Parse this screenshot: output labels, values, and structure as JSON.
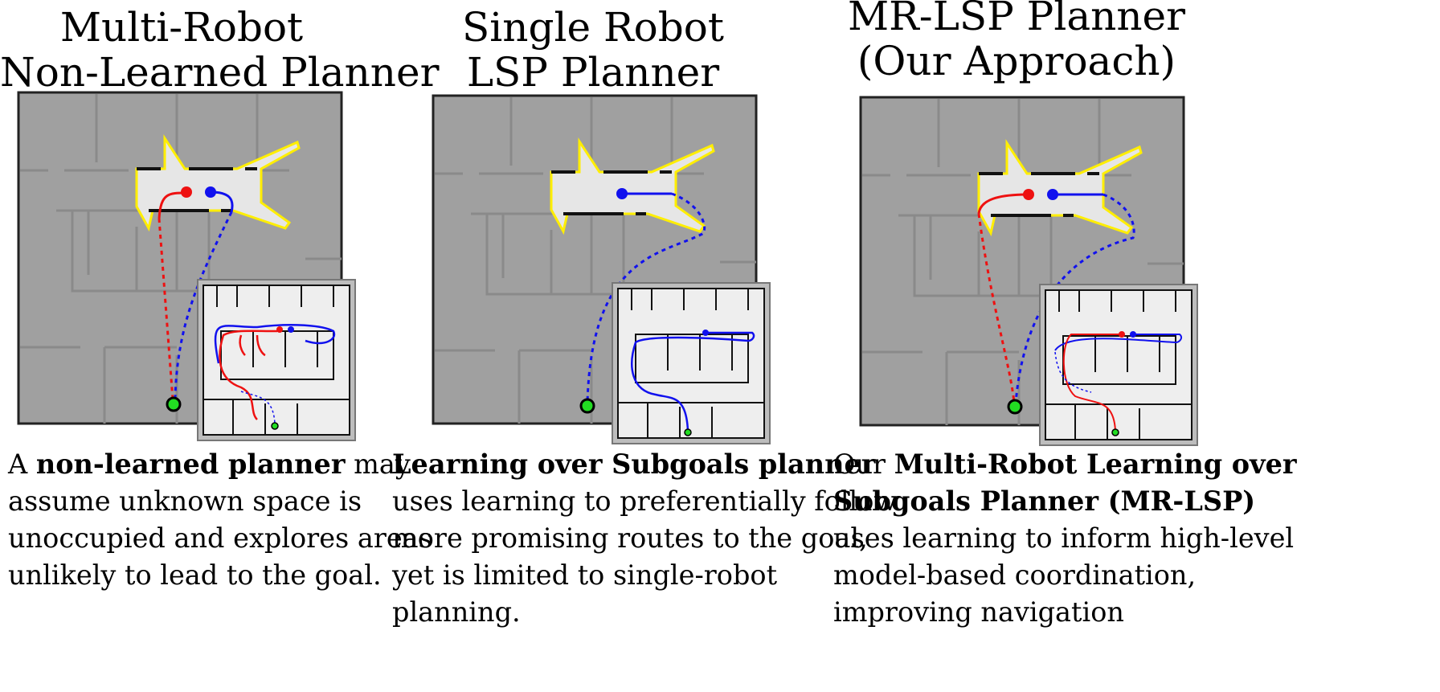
{
  "panels": [
    {
      "id": "multi-robot-non-learned",
      "title_line1": "Multi-Robot",
      "title_line2": "Non-Learned Planner",
      "caption": {
        "l1_pre": "A ",
        "l1_bold": "non-learned planner",
        "l1_post": " may",
        "l2": "assume unknown space is",
        "l3": "unoccupied and explores areas",
        "l4": "unlikely to lead to the goal."
      }
    },
    {
      "id": "single-robot-lsp",
      "title_line1": "Single Robot",
      "title_line2": "LSP Planner",
      "caption": {
        "l1_bold": "Learning over Subgoals planner",
        "l2": "uses learning to preferentially follow",
        "l3": "more promising routes to the goal,",
        "l4": "yet is limited to single-robot",
        "l5": "planning."
      }
    },
    {
      "id": "mr-lsp",
      "title_line1": "MR-LSP Planner",
      "title_line2": "(Our Approach)",
      "caption": {
        "l1_pre": "Our ",
        "l1_bold": "Multi-Robot Learning over",
        "l2_bold": "Subgoals Planner (MR-LSP)",
        "l3": "uses learning to inform high-level",
        "l4": "model-based coordination,",
        "l5": "improving navigation"
      }
    }
  ],
  "colors": {
    "map_bg": "#a0a0a0",
    "known_space": "#e6e6e6",
    "frontier": "#ffee00",
    "robot_red": "#ee1111",
    "robot_blue": "#1111ee",
    "goal": "#22dd22",
    "wall_faint": "#8a8a8a",
    "inset_bg": "#eeeeee"
  }
}
